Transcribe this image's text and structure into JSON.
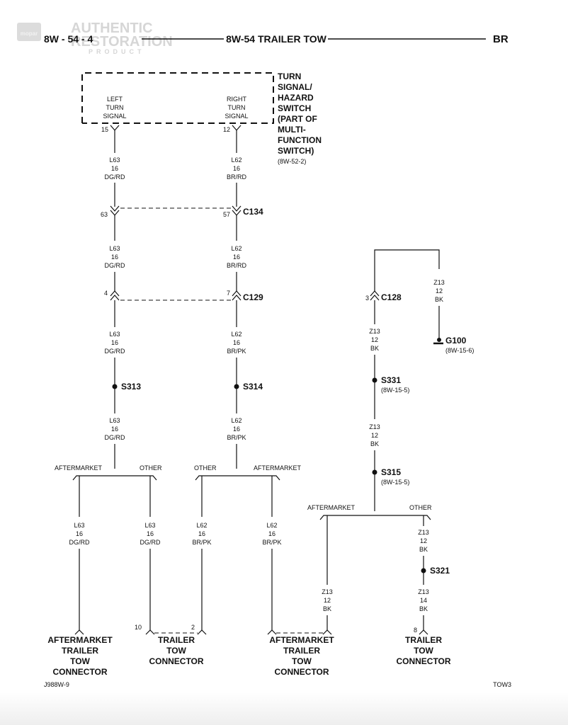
{
  "header": {
    "page_number": "8W - 54 - 4",
    "title": "8W-54 TRAILER TOW",
    "model": "BR",
    "watermark_brand": "mopar",
    "watermark_line1": "AUTHENTIC",
    "watermark_line2": "RESTORATION",
    "watermark_line3": "PRODUCT"
  },
  "switch": {
    "name": [
      "TURN",
      "SIGNAL/",
      "HAZARD",
      "SWITCH",
      "(PART OF",
      "MULTI-",
      "FUNCTION",
      "SWITCH)"
    ],
    "ref": "(8W-52-2)",
    "left_label": [
      "LEFT",
      "TURN",
      "SIGNAL"
    ],
    "right_label": [
      "RIGHT",
      "TURN",
      "SIGNAL"
    ],
    "left_pin": "15",
    "right_pin": "12"
  },
  "wires": {
    "l63_1": [
      "L63",
      "16",
      "DG/RD"
    ],
    "l62_1": [
      "L62",
      "16",
      "BR/RD"
    ],
    "l63_2": [
      "L63",
      "16",
      "DG/RD"
    ],
    "l62_2": [
      "L62",
      "16",
      "BR/RD"
    ],
    "l63_3": [
      "L63",
      "16",
      "DG/RD"
    ],
    "l62_3": [
      "L62",
      "16",
      "BR/PK"
    ],
    "l63_4": [
      "L63",
      "16",
      "DG/RD"
    ],
    "l62_4": [
      "L62",
      "16",
      "BR/PK"
    ],
    "l63_5": [
      "L63",
      "16",
      "DG/RD"
    ],
    "l63_6": [
      "L63",
      "16",
      "DG/RD"
    ],
    "l62_5": [
      "L62",
      "16",
      "BR/PK"
    ],
    "l62_6": [
      "L62",
      "16",
      "BR/PK"
    ],
    "z13_top": [
      "Z13",
      "12",
      "BK"
    ],
    "z13_1": [
      "Z13",
      "12",
      "BK"
    ],
    "z13_2": [
      "Z13",
      "12",
      "BK"
    ],
    "z13_3": [
      "Z13",
      "12",
      "BK"
    ],
    "z13_4": [
      "Z13",
      "12",
      "BK"
    ],
    "z13_5": [
      "Z13",
      "14",
      "BK"
    ]
  },
  "connectors": {
    "c134": {
      "name": "C134",
      "left_pin": "63",
      "right_pin": "57"
    },
    "c129": {
      "name": "C129",
      "left_pin": "4",
      "right_pin": "7"
    },
    "c128": {
      "name": "C128",
      "pin": "3"
    }
  },
  "splices": {
    "s313": "S313",
    "s314": "S314",
    "s331": {
      "name": "S331",
      "ref": "(8W-15-5)"
    },
    "s315": {
      "name": "S315",
      "ref": "(8W-15-5)"
    },
    "s321": "S321"
  },
  "ground": {
    "name": "G100",
    "ref": "(8W-15-6)"
  },
  "branches": {
    "left_after": "AFTERMARKET",
    "left_other": "OTHER",
    "mid_other": "OTHER",
    "mid_after": "AFTERMARKET",
    "right_after": "AFTERMARKET",
    "right_other": "OTHER"
  },
  "bottom": {
    "conn1": [
      "AFTERMARKET",
      "TRAILER",
      "TOW",
      "CONNECTOR"
    ],
    "conn2": [
      "TRAILER",
      "TOW",
      "CONNECTOR"
    ],
    "conn2_pin_left": "10",
    "conn2_pin_right": "2",
    "conn3": [
      "AFTERMARKET",
      "TRAILER",
      "TOW",
      "CONNECTOR"
    ],
    "conn4": [
      "TRAILER",
      "TOW",
      "CONNECTOR"
    ],
    "conn4_pin": "8"
  },
  "footer": {
    "left_code": "J988W-9",
    "right_code": "TOW3"
  }
}
